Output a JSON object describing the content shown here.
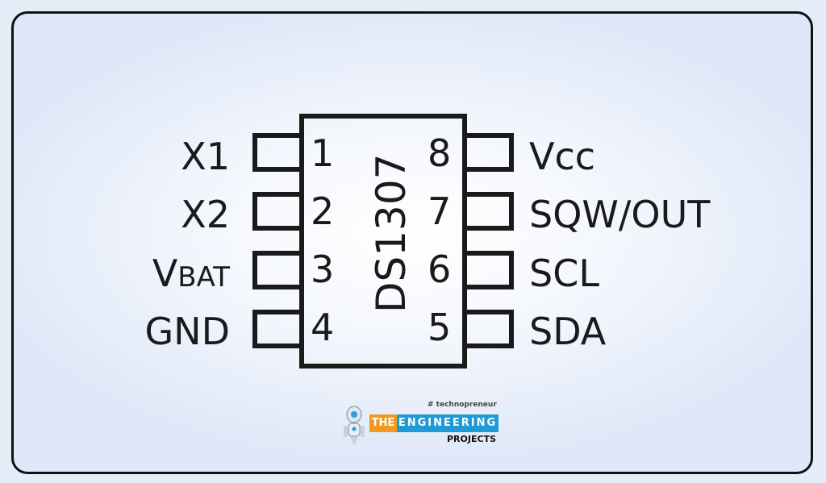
{
  "chip": {
    "name": "DS1307"
  },
  "left_pins": [
    {
      "number": "1",
      "label": "X1"
    },
    {
      "number": "2",
      "label": "X2"
    },
    {
      "number": "3",
      "label_main": "V",
      "label_sub": "BAT"
    },
    {
      "number": "4",
      "label": "GND"
    }
  ],
  "right_pins": [
    {
      "number": "8",
      "label": "Vcc"
    },
    {
      "number": "7",
      "label": "SQW/OUT"
    },
    {
      "number": "6",
      "label": "SCL"
    },
    {
      "number": "5",
      "label": "SDA"
    }
  ],
  "logo": {
    "tagline": "# technopreneur",
    "the": "THE",
    "engineering": "ENGINEERING",
    "projects": "PROJECTS"
  }
}
